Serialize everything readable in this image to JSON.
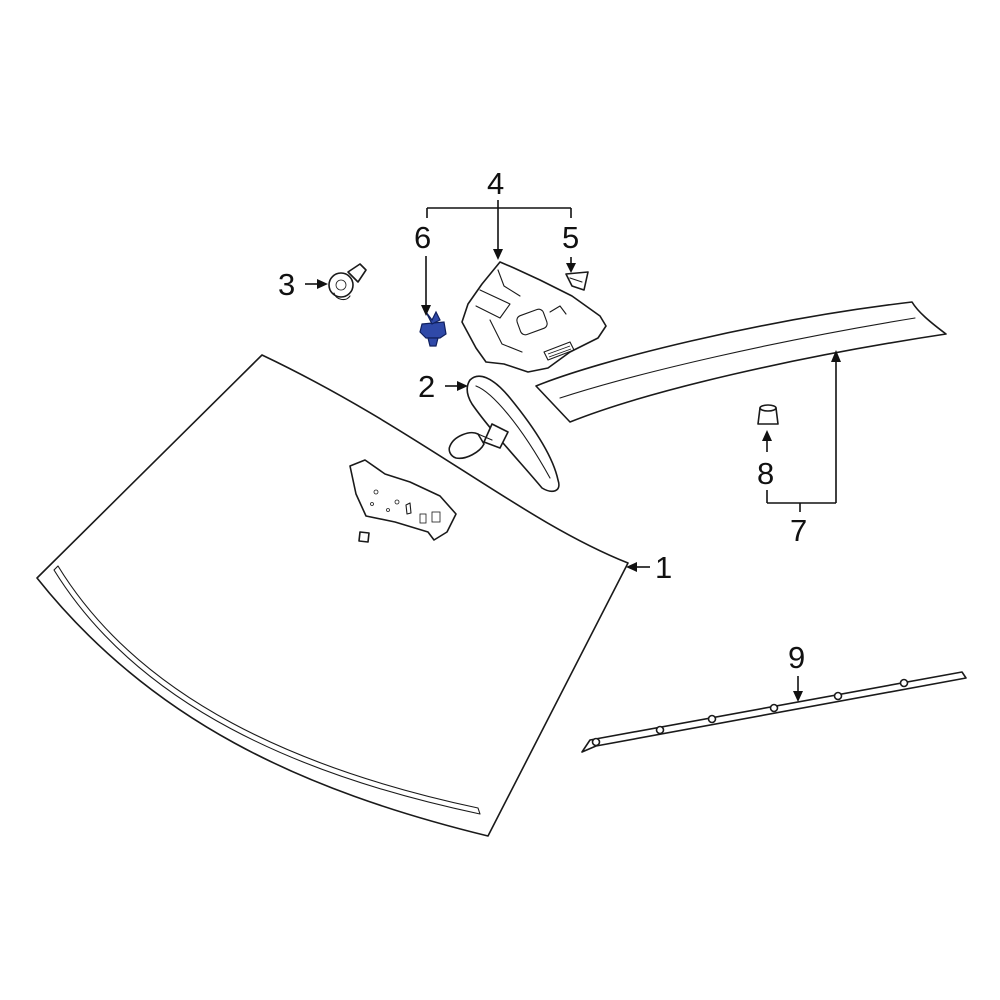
{
  "highlight_color": "#2f49a8",
  "line_color": "#1a1a1a",
  "callouts": {
    "c1": "1",
    "c2": "2",
    "c3": "3",
    "c4": "4",
    "c5": "5",
    "c6": "6",
    "c7": "7",
    "c8": "8",
    "c9": "9"
  },
  "parts": [
    {
      "number": "1",
      "part": "windshield-glass"
    },
    {
      "number": "2",
      "part": "rear-view-mirror"
    },
    {
      "number": "3",
      "part": "sensor"
    },
    {
      "number": "4",
      "part": "mirror-cover"
    },
    {
      "number": "5",
      "part": "clip"
    },
    {
      "number": "6",
      "part": "retainer-clip",
      "highlighted": true
    },
    {
      "number": "7",
      "part": "roof-molding"
    },
    {
      "number": "8",
      "part": "plug"
    },
    {
      "number": "9",
      "part": "lower-molding"
    }
  ]
}
